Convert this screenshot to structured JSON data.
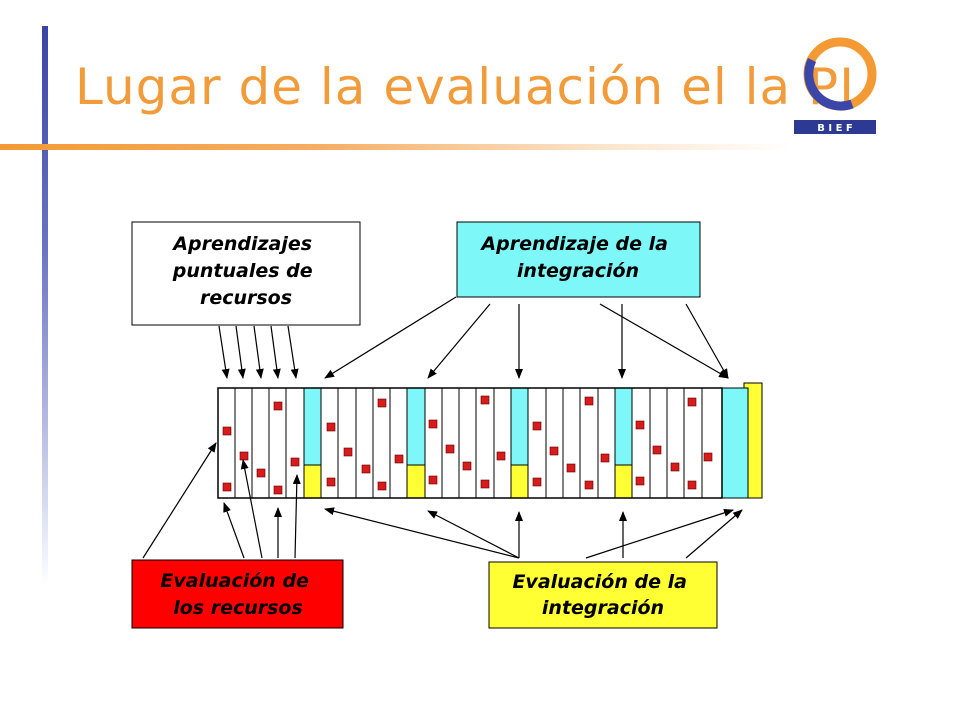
{
  "title": "Lugar de la evaluación el la PI",
  "logo": {
    "text": "B I E F"
  },
  "colors": {
    "title": "#f29b3a",
    "accent_blue": "#3a44a8",
    "cyan": "#7ef7f8",
    "yellow": "#ffff33",
    "red_box": "#ff0000",
    "marker": "#d81b1b"
  },
  "boxes": {
    "resource_learning": {
      "lines": [
        "Aprendizajes",
        "puntuales de",
        "recursos"
      ]
    },
    "integration_learning": {
      "lines": [
        "Aprendizaje de la",
        "integración"
      ]
    },
    "resource_evaluation": {
      "lines": [
        "Evaluación de",
        "los recursos"
      ]
    },
    "integration_evaluation": {
      "lines": [
        "Evaluación de la",
        "integración"
      ]
    }
  }
}
